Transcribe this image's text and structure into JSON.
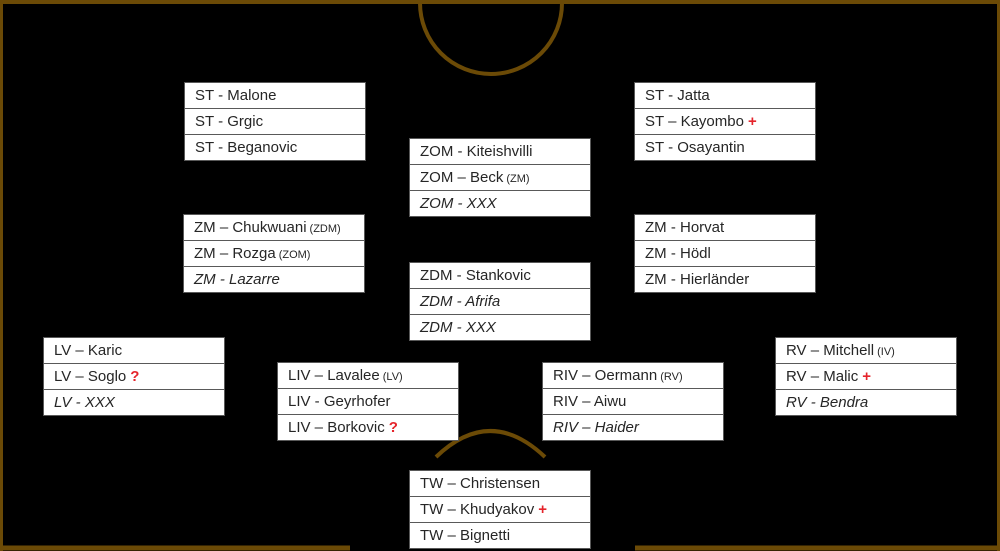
{
  "colors": {
    "background": "#000000",
    "pitch_line": "#6b4a06",
    "box_background": "#ffffff",
    "box_border": "#595959",
    "text": "#262626",
    "accent_red": "#e5242b"
  },
  "diagram_type": "football-squad-depth-chart",
  "boxes": {
    "st_left": {
      "rows": [
        {
          "text": "ST - Malone",
          "note": "",
          "mark": ""
        },
        {
          "text": "ST - Grgic",
          "note": "",
          "mark": ""
        },
        {
          "text": "ST - Beganovic",
          "note": "",
          "mark": ""
        }
      ]
    },
    "st_right": {
      "rows": [
        {
          "text": "ST - Jatta",
          "note": "",
          "mark": ""
        },
        {
          "text": "ST – Kayombo",
          "note": "",
          "mark": "+"
        },
        {
          "text": "ST - Osayantin",
          "note": "",
          "mark": ""
        }
      ]
    },
    "zom": {
      "rows": [
        {
          "text": "ZOM - Kiteishvilli",
          "note": "",
          "mark": ""
        },
        {
          "text": "ZOM – Beck",
          "note": "(ZM)",
          "mark": ""
        },
        {
          "text": "ZOM - XXX",
          "note": "",
          "mark": ""
        }
      ]
    },
    "zm_left": {
      "rows": [
        {
          "text": "ZM – Chukwuani",
          "note": "(ZDM)",
          "mark": ""
        },
        {
          "text": "ZM – Rozga",
          "note": "(ZOM)",
          "mark": ""
        },
        {
          "text": "ZM - Lazarre",
          "note": "",
          "mark": ""
        }
      ]
    },
    "zdm": {
      "rows": [
        {
          "text": "ZDM - Stankovic",
          "note": "",
          "mark": ""
        },
        {
          "text": "ZDM - Afrifa",
          "note": "",
          "mark": ""
        },
        {
          "text": "ZDM - XXX",
          "note": "",
          "mark": ""
        }
      ]
    },
    "zm_right": {
      "rows": [
        {
          "text": "ZM - Horvat",
          "note": "",
          "mark": ""
        },
        {
          "text": "ZM - Hödl",
          "note": "",
          "mark": ""
        },
        {
          "text": "ZM - Hierländer",
          "note": "",
          "mark": ""
        }
      ]
    },
    "lv": {
      "rows": [
        {
          "text": "LV – Karic",
          "note": "",
          "mark": ""
        },
        {
          "text": "LV – Soglo",
          "note": "",
          "mark": "?"
        },
        {
          "text": "LV - XXX",
          "note": "",
          "mark": ""
        }
      ]
    },
    "liv": {
      "rows": [
        {
          "text": "LIV – Lavalee",
          "note": "(LV)",
          "mark": ""
        },
        {
          "text": "LIV - Geyrhofer",
          "note": "",
          "mark": ""
        },
        {
          "text": "LIV – Borkovic",
          "note": "",
          "mark": "?"
        }
      ]
    },
    "riv": {
      "rows": [
        {
          "text": "RIV – Oermann",
          "note": "(RV)",
          "mark": ""
        },
        {
          "text": "RIV – Aiwu",
          "note": "",
          "mark": ""
        },
        {
          "text": "RIV – Haider",
          "note": "",
          "mark": ""
        }
      ]
    },
    "rv": {
      "rows": [
        {
          "text": "RV – Mitchell",
          "note": "(IV)",
          "mark": ""
        },
        {
          "text": "RV – Malic",
          "note": "",
          "mark": "+"
        },
        {
          "text": "RV - Bendra",
          "note": "",
          "mark": ""
        }
      ]
    },
    "tw": {
      "rows": [
        {
          "text": "TW – Christensen",
          "note": "",
          "mark": ""
        },
        {
          "text": "TW – Khudyakov",
          "note": "",
          "mark": "+"
        },
        {
          "text": "TW – Bignetti",
          "note": "",
          "mark": ""
        }
      ]
    }
  }
}
